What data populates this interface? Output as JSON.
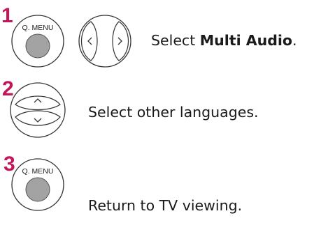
{
  "colors": {
    "accent": "#c2185b",
    "button_gray": "#a3a3a3",
    "outline": "#333333"
  },
  "steps": [
    {
      "number": "1",
      "button_label": "Q. MENU",
      "nav_icons": [
        "chevron-left-icon",
        "chevron-right-icon"
      ],
      "text_before": "Select ",
      "text_emphasis": "Multi Audio",
      "text_after": "."
    },
    {
      "number": "2",
      "nav_icons": [
        "chevron-up-icon",
        "chevron-down-icon"
      ],
      "text": "Select other languages."
    },
    {
      "number": "3",
      "button_label": "Q. MENU",
      "text": "Return to TV viewing."
    }
  ]
}
